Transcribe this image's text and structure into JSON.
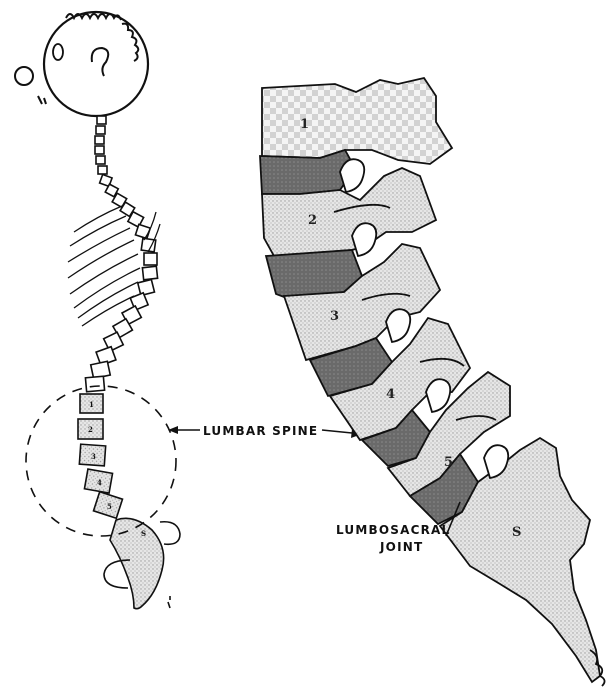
{
  "labels": {
    "lumbar_spine": "LUMBAR SPINE",
    "lumbosacral_line1": "LUMBOSACRAL",
    "lumbosacral_line2": "JOINT"
  },
  "vertebrae": [
    "1",
    "2",
    "3",
    "4",
    "5",
    "S"
  ],
  "colors": {
    "ink": "#111111",
    "bone_fill": "#dcdcdc",
    "disc_fill": "#6e6e6e",
    "checker_fill": "#cfcfcf"
  }
}
